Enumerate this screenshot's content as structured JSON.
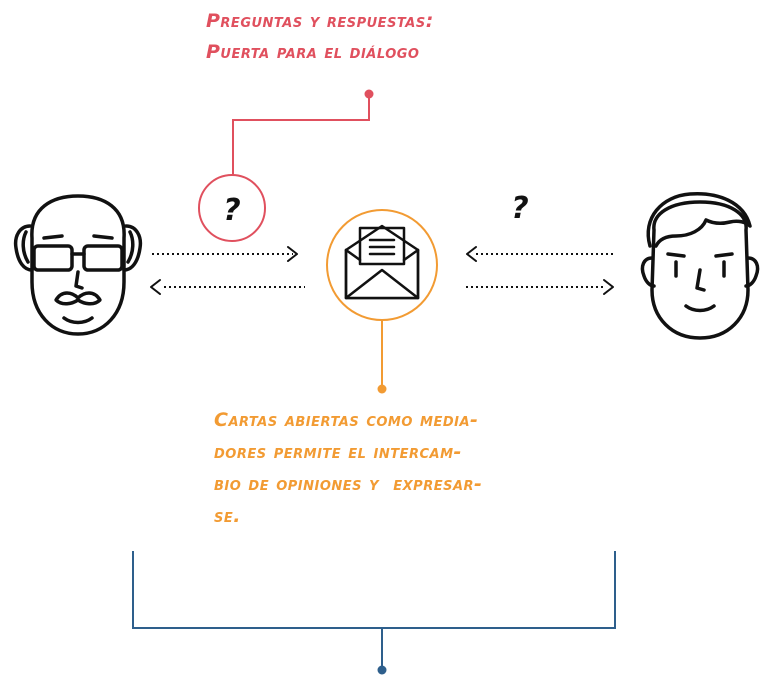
{
  "colors": {
    "question": "#e0505e",
    "letter": "#f29b33",
    "bracket": "#2e5f8c",
    "ink": "#111111"
  },
  "captions": {
    "top": [
      "Preguntas y respuestas:",
      "Puerta para el diálogo"
    ],
    "bottom": [
      "Cartas abiertas como media-",
      "dores permite el intercam-",
      "bio de opiniones y  expresar-",
      "se."
    ]
  },
  "question_marks": {
    "left": "?",
    "right": "?"
  },
  "icons": {
    "left_person": "elderly-man-with-glasses-icon",
    "center": "open-envelope-letter-icon",
    "right_person": "young-man-icon"
  }
}
